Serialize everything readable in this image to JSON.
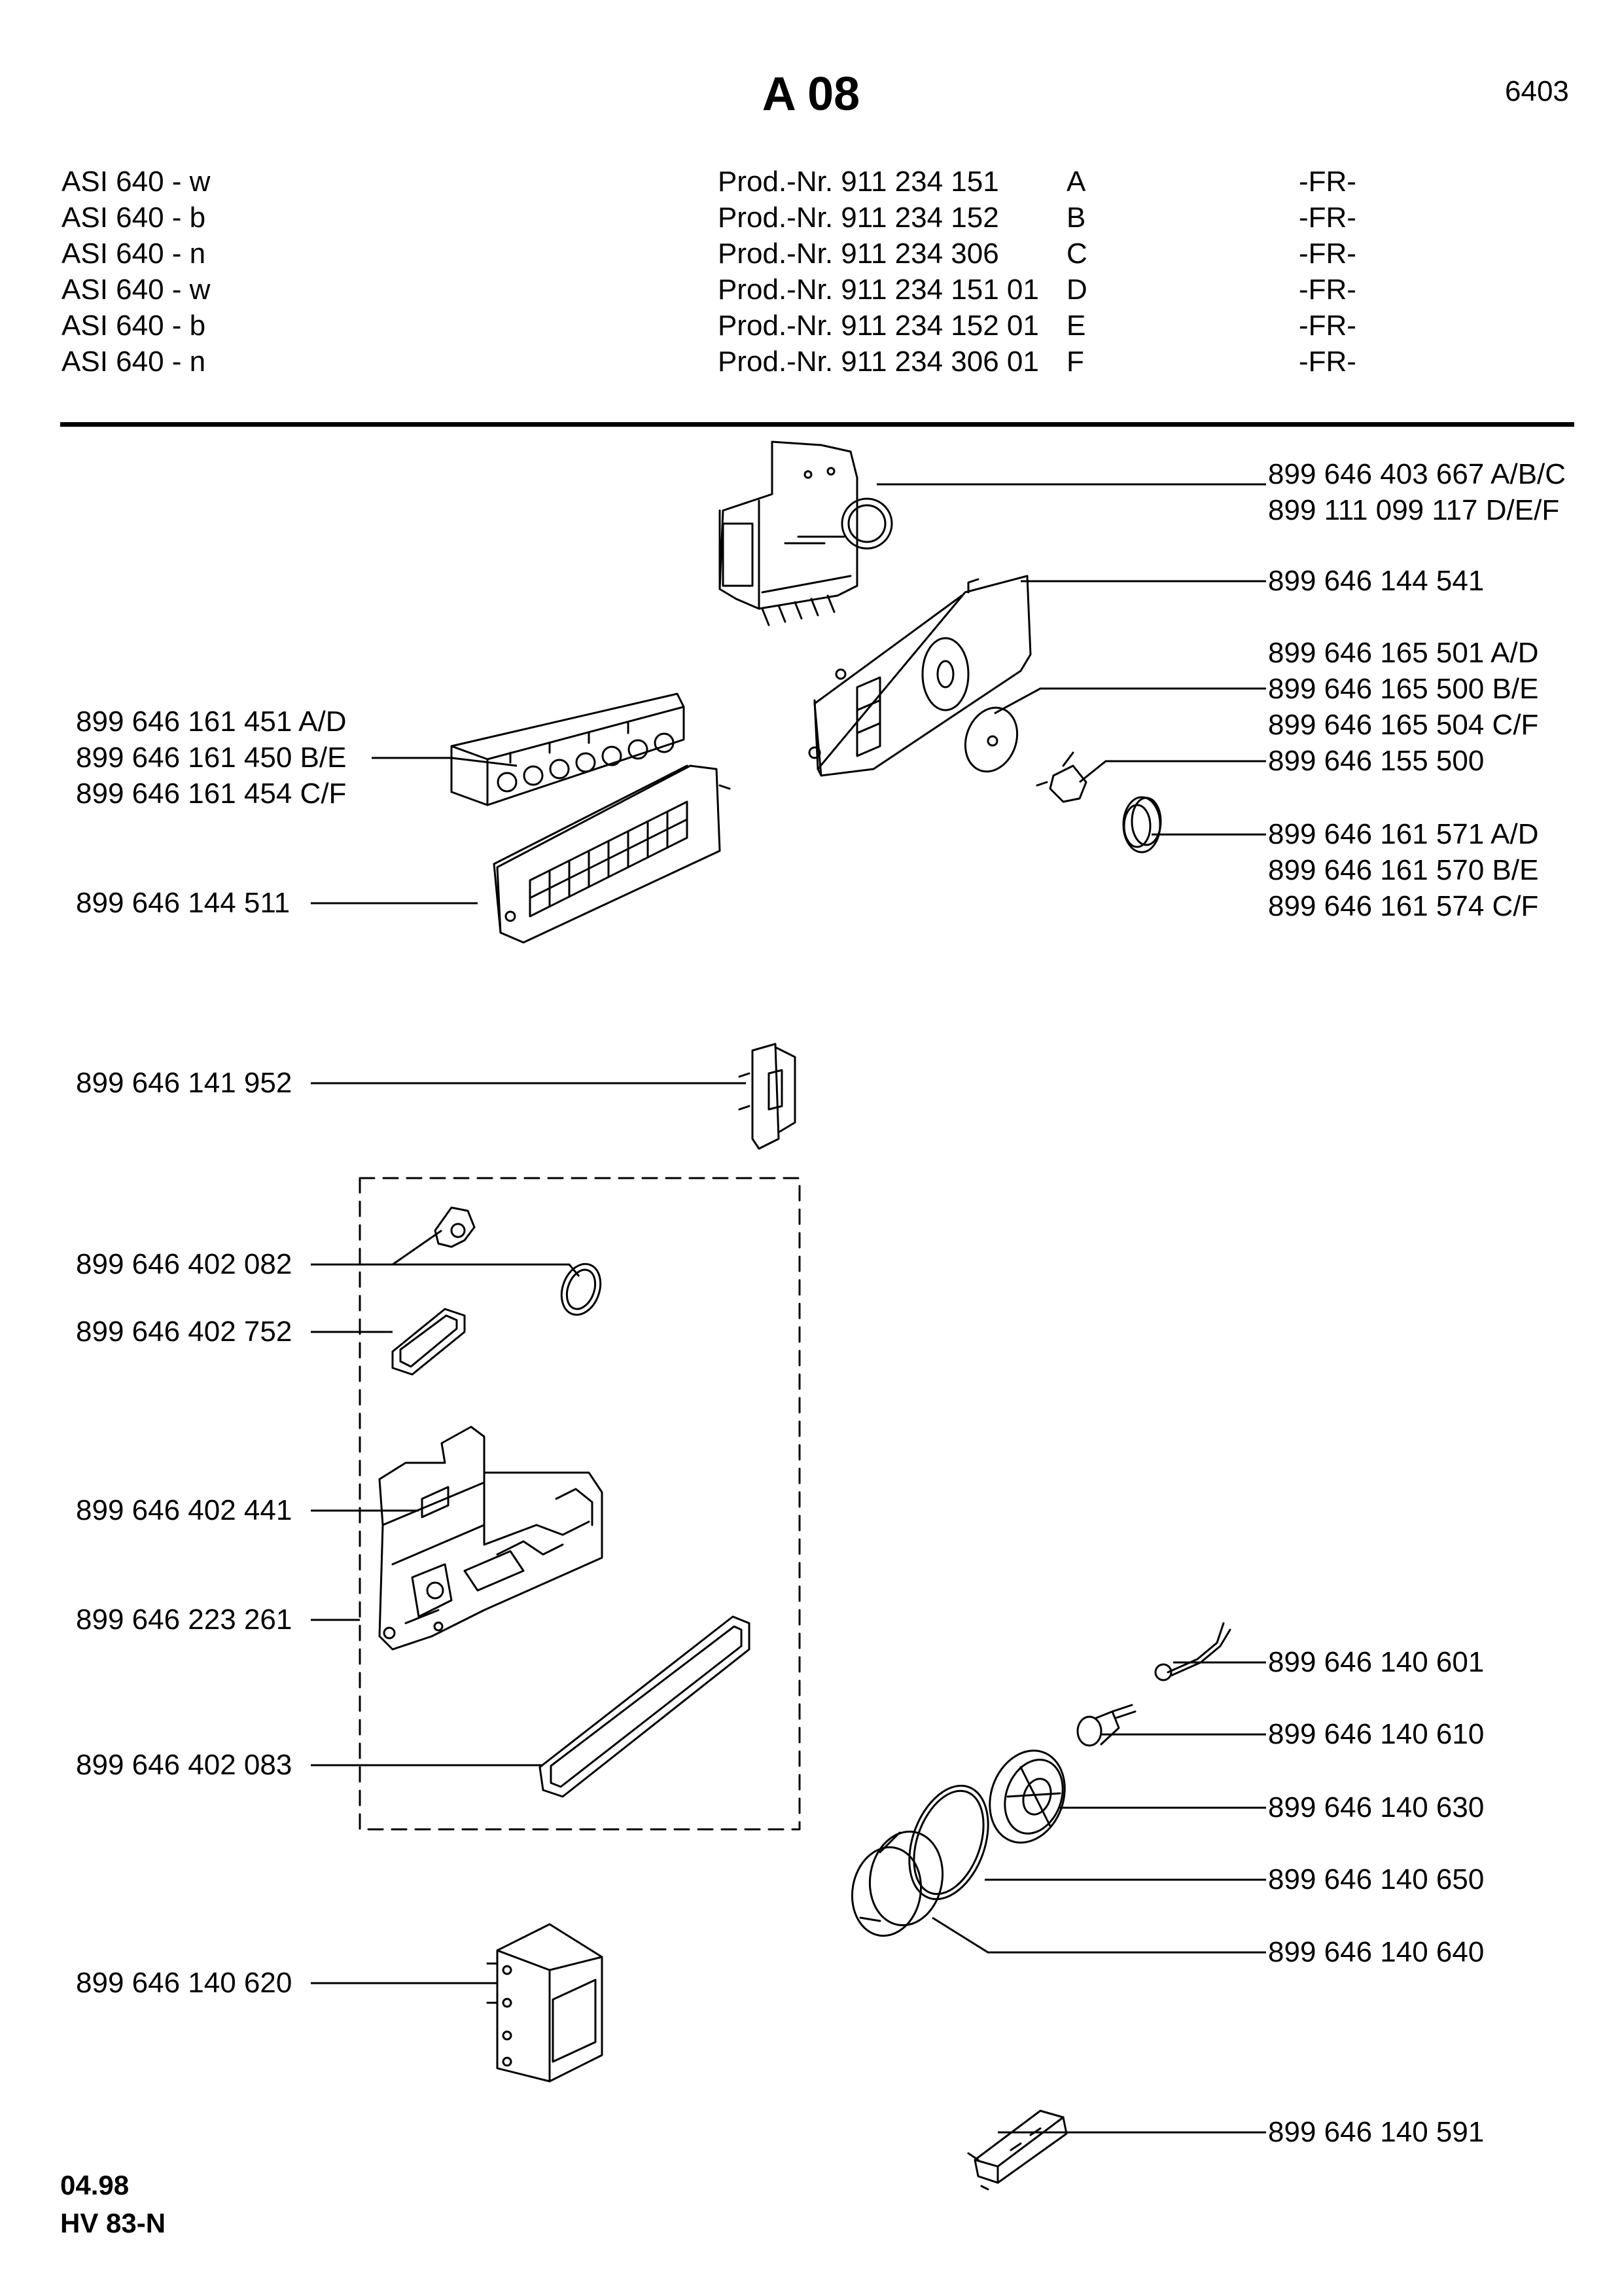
{
  "header": {
    "title": "A 08",
    "code": "6403"
  },
  "models": [
    {
      "name": "ASI 640 - w",
      "prod": "Prod.-Nr. 911 234 151",
      "variant": "A",
      "country": "-FR-"
    },
    {
      "name": "ASI 640 - b",
      "prod": "Prod.-Nr. 911 234 152",
      "variant": "B",
      "country": "-FR-"
    },
    {
      "name": "ASI 640 - n",
      "prod": "Prod.-Nr. 911 234 306",
      "variant": "C",
      "country": "-FR-"
    },
    {
      "name": "ASI 640 - w",
      "prod": "Prod.-Nr. 911 234 151 01",
      "variant": "D",
      "country": "-FR-"
    },
    {
      "name": "ASI 640 - b",
      "prod": "Prod.-Nr. 911 234 152 01",
      "variant": "E",
      "country": "-FR-"
    },
    {
      "name": "ASI 640 - n",
      "prod": "Prod.-Nr. 911 234 306 01",
      "variant": "F",
      "country": "-FR-"
    }
  ],
  "parts_right": [
    {
      "lines": [
        "899 646 403 667 A/B/C",
        "899 111 099 117 D/E/F"
      ]
    },
    {
      "lines": [
        "899 646 144 541"
      ]
    },
    {
      "lines": [
        "899 646 165 501 A/D",
        "899 646 165 500 B/E",
        "899 646 165 504 C/F"
      ]
    },
    {
      "lines": [
        "899 646 155 500"
      ]
    },
    {
      "lines": [
        "899 646 161 571 A/D",
        "899 646 161 570 B/E",
        "899 646 161 574 C/F"
      ]
    },
    {
      "lines": [
        "899 646 140 601"
      ]
    },
    {
      "lines": [
        "899 646 140 610"
      ]
    },
    {
      "lines": [
        "899 646 140 630"
      ]
    },
    {
      "lines": [
        "899 646 140 650"
      ]
    },
    {
      "lines": [
        "899 646 140 640"
      ]
    },
    {
      "lines": [
        "899 646 140 591"
      ]
    }
  ],
  "parts_left": [
    {
      "lines": [
        "899 646 161 451 A/D",
        "899 646 161 450 B/E",
        "899 646 161 454 C/F"
      ]
    },
    {
      "lines": [
        "899 646 144 511"
      ]
    },
    {
      "lines": [
        "899 646 141 952"
      ]
    },
    {
      "lines": [
        "899 646 402 082"
      ]
    },
    {
      "lines": [
        "899 646 402 752"
      ]
    },
    {
      "lines": [
        "899 646 402 441"
      ]
    },
    {
      "lines": [
        "899 646 223 261"
      ]
    },
    {
      "lines": [
        "899 646 402 083"
      ]
    },
    {
      "lines": [
        "899 646 140 620"
      ]
    }
  ],
  "footer": {
    "date": "04.98",
    "ref": "HV 83-N"
  }
}
